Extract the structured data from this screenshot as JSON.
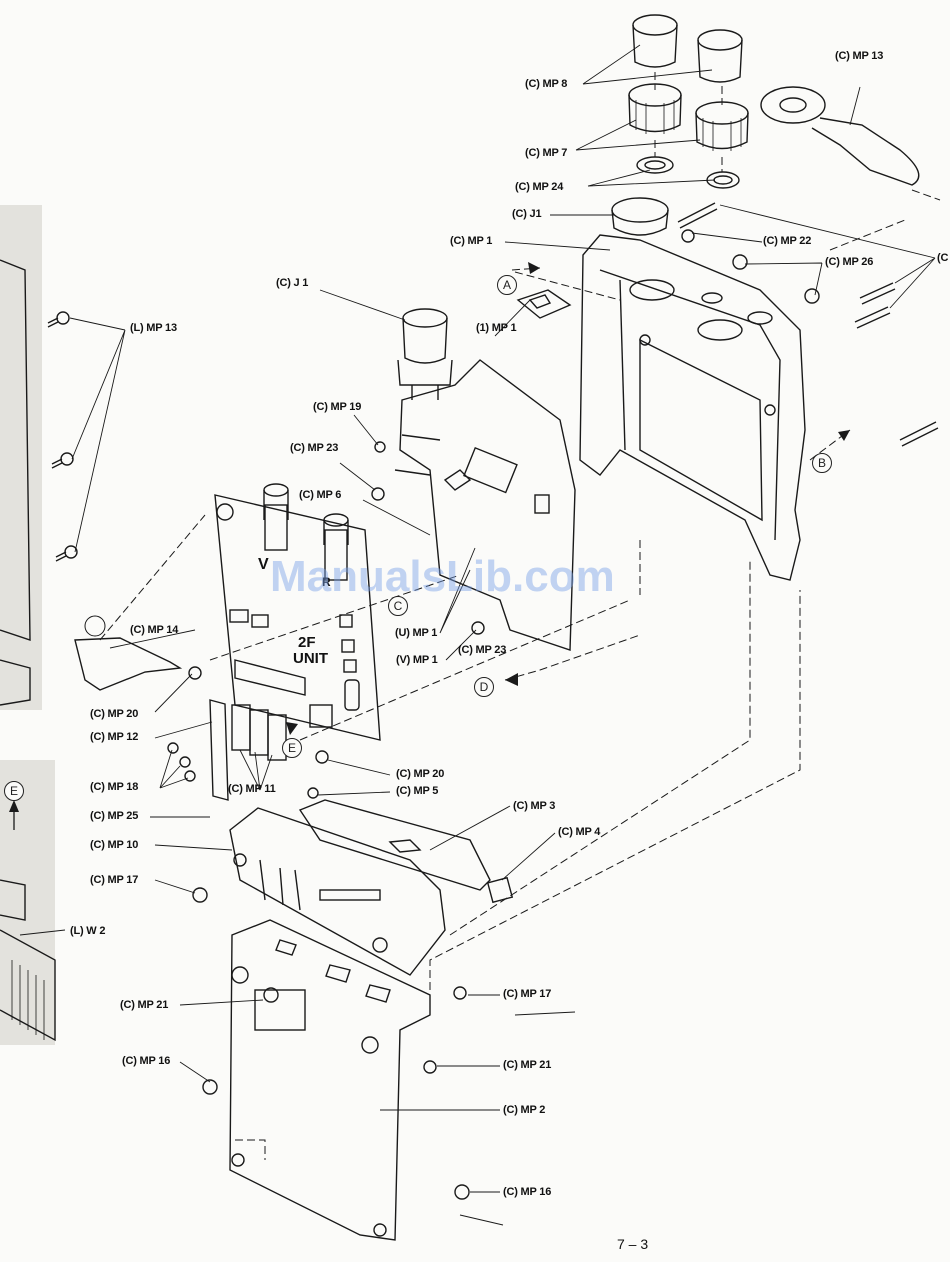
{
  "labels": {
    "mp8": "(C) MP 8",
    "mp13_top": "(C) MP 13",
    "mp7": "(C) MP 7",
    "mp24": "(C) MP 24",
    "j1_small": "(C) J1",
    "mp1_c": "(C) MP 1",
    "mp22": "(C) MP 22",
    "mp26": "(C) MP 26",
    "j1_conn": "(C) J 1",
    "mp1_1": "(1) MP 1",
    "mp13_l": "(L) MP 13",
    "mp19": "(C) MP 19",
    "mp23_a": "(C) MP 23",
    "mp6": "(C) MP 6",
    "mp14": "(C) MP 14",
    "mp1_u": "(U) MP 1",
    "mp1_v": "(V) MP 1",
    "mp23_b": "(C) MP 23",
    "mp20_a": "(C) MP 20",
    "mp12": "(C) MP 12",
    "mp18": "(C) MP 18",
    "mp11": "(C) MP 11",
    "mp20_b": "(C) MP 20",
    "mp5": "(C) MP 5",
    "mp25": "(C) MP 25",
    "mp3": "(C) MP 3",
    "mp10": "(C) MP 10",
    "mp4": "(C) MP 4",
    "mp17_a": "(C) MP 17",
    "w2": "(L) W 2",
    "mp21_a": "(C) MP 21",
    "mp17_b": "(C) MP 17",
    "mp21_b": "(C) MP 21",
    "mp16_a": "(C) MP 16",
    "mp2": "(C) MP 2",
    "mp16_b": "(C) MP 16",
    "cut_c": "(C"
  },
  "callouts": {
    "A": "A",
    "B": "B",
    "C": "C",
    "D": "D",
    "E_board": "E",
    "E_left": "E"
  },
  "board": {
    "v_label": "V",
    "r_label": "R",
    "unit_line1": "2F",
    "unit_line2": "UNIT"
  },
  "watermark": "ManualsLib.com",
  "page_number": "7 – 3"
}
